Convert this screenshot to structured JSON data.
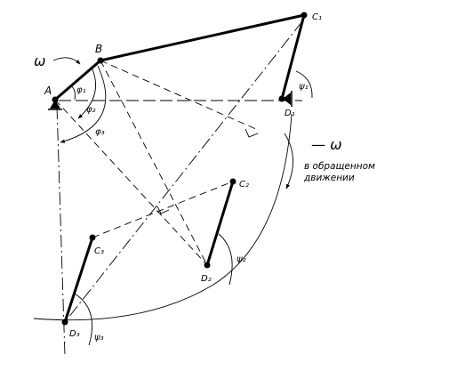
{
  "labels": {
    "A": "A",
    "B": "B",
    "C1": "C₁",
    "D1": "D₁",
    "C2": "C₂",
    "D2": "D₂",
    "C3": "C₃",
    "D3": "D₃"
  },
  "angles": {
    "phi1": "φ₁",
    "phi2": "φ₂",
    "phi3": "φ₃",
    "psi1": "ψ₁",
    "psi2": "ψ₂",
    "psi3": "ψ₃"
  },
  "omega": "ω",
  "minus_omega": "— ω",
  "note_line1": "в обращенном",
  "note_line2": "движении"
}
